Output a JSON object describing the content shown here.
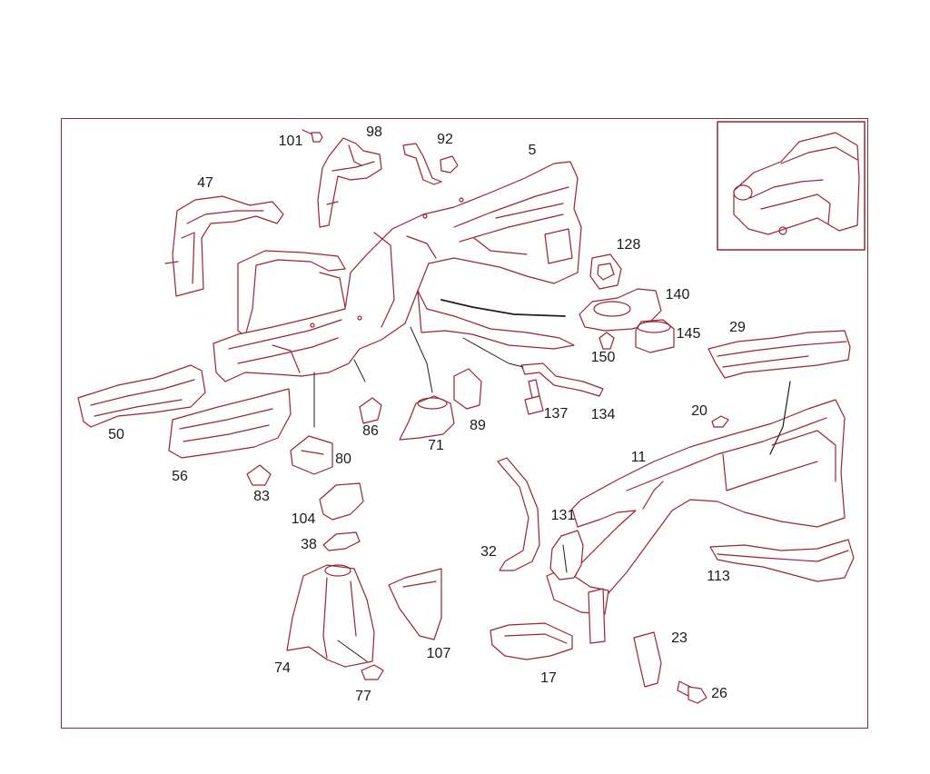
{
  "diagram": {
    "line_color": "#9b2335",
    "frame_color": "#8a2a3a",
    "labels": {
      "p101": "101",
      "p98": "98",
      "p92": "92",
      "p5": "5",
      "p47": "47",
      "p128": "128",
      "p140": "140",
      "p145": "145",
      "p150": "150",
      "p29": "29",
      "p20": "20",
      "p50": "50",
      "p56": "56",
      "p86": "86",
      "p80": "80",
      "p71": "71",
      "p89": "89",
      "p137": "137",
      "p134": "134",
      "p11": "11",
      "p83": "83",
      "p104": "104",
      "p38": "38",
      "p131": "131",
      "p32": "32",
      "p113": "113",
      "p74": "74",
      "p77": "77",
      "p107": "107",
      "p17": "17",
      "p23": "23",
      "p26": "26"
    }
  }
}
